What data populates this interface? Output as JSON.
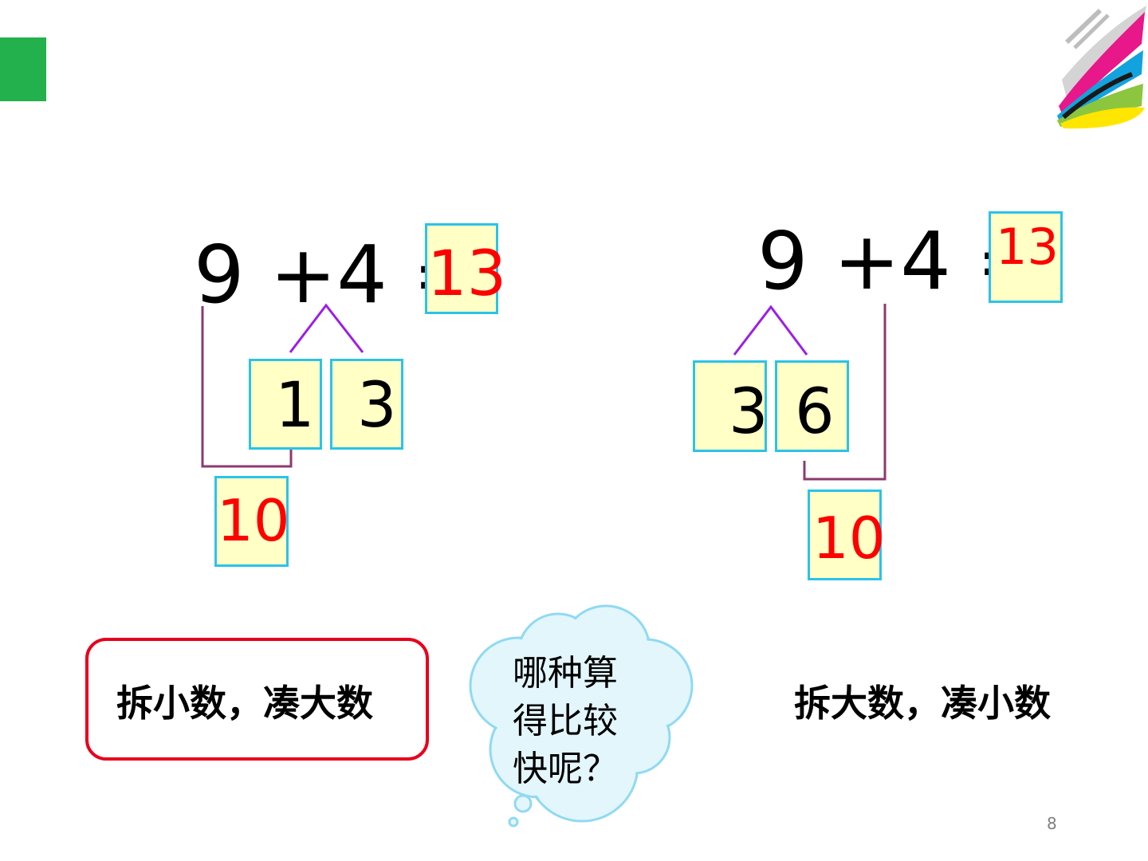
{
  "left": {
    "expression": "9 +4 =",
    "result": "13",
    "split": [
      "1",
      "3"
    ],
    "ten": "10",
    "method": "拆小数，凑大数"
  },
  "right": {
    "expression": "9 +4 =",
    "result": "13",
    "split": [
      "3",
      "6"
    ],
    "ten": "10",
    "method": "拆大数，凑小数"
  },
  "bubble": {
    "lines": [
      "哪种算",
      "得比较",
      "快呢？"
    ]
  },
  "page_number": "8",
  "colors": {
    "accent_green": "#22b14c",
    "box_fill": "#ffffc6",
    "box_border": "#2bc3ea",
    "answer_red": "#ff0000",
    "split_line_purple": "#9a1ee8",
    "bracket_line": "#8b3a6e",
    "highlight_frame": "#e8001c",
    "cloud_fill": "#e3f6fc",
    "cloud_border": "#8fdaf2"
  }
}
